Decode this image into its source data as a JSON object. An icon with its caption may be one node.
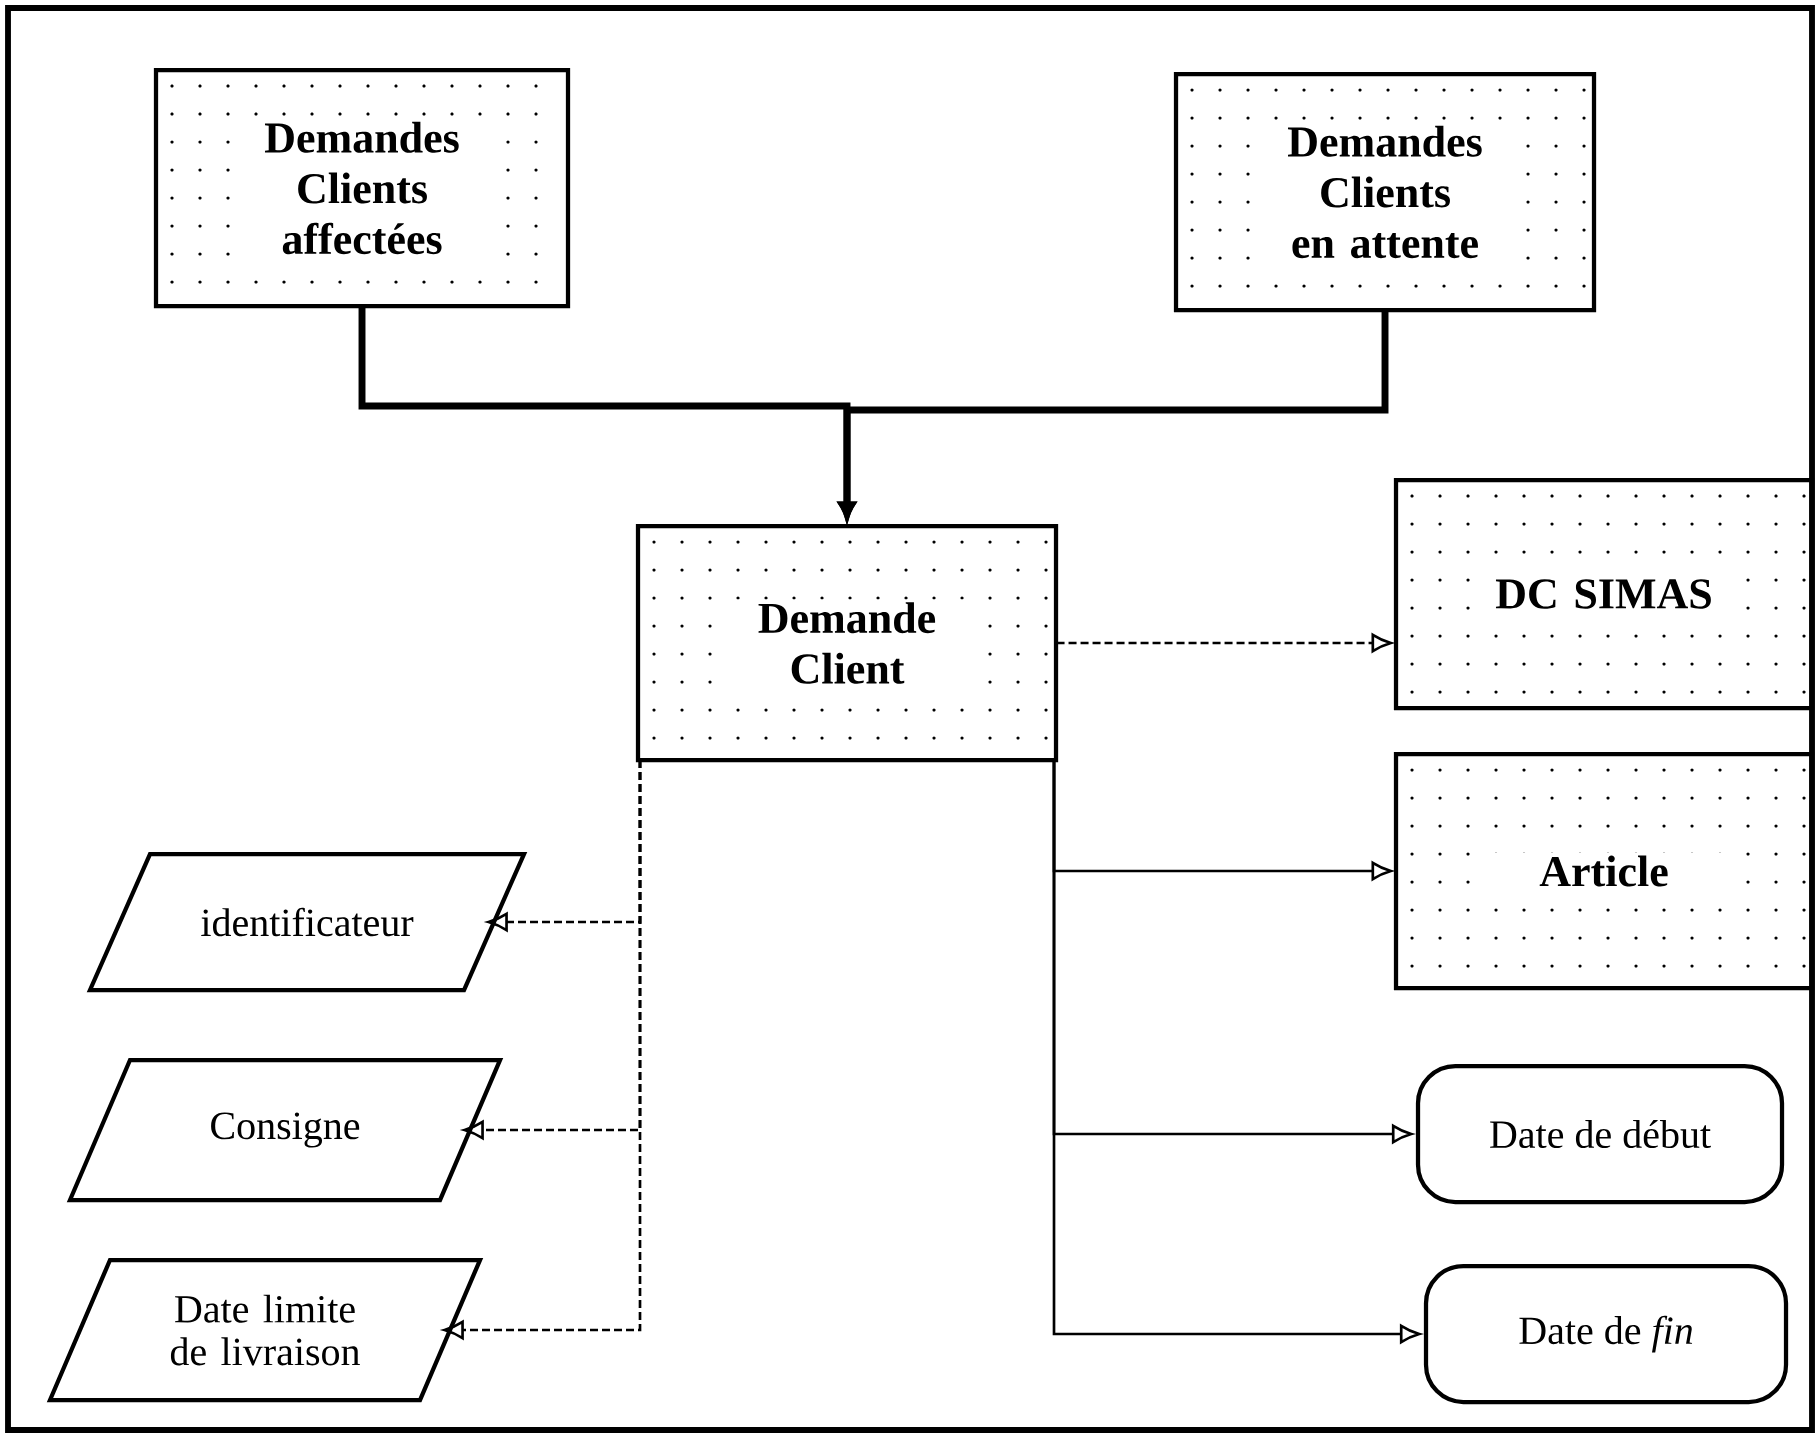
{
  "diagram": {
    "nodes": [
      {
        "text": [
          "Demandes Clients affectées"
        ]
      },
      {
        "text": [
          "Demandes Clients en attente"
        ]
      },
      {
        "text": [
          "Demande Client"
        ]
      },
      {
        "text": [
          "DC SIMAS"
        ]
      },
      {
        "text": [
          "Article"
        ]
      },
      {
        "text": [
          "identificateur"
        ]
      },
      {
        "text": [
          "Consigne"
        ]
      },
      {
        "text": [
          "Date limite de livraison"
        ]
      },
      {
        "text": [
          "Date de début"
        ]
      },
      {
        "text": [
          "Date de *fin*"
        ]
      }
    ],
    "edges": [
      {
        "from": 0,
        "to": 2,
        "arrow": "to",
        "style": "thick"
      },
      {
        "from": 1,
        "to": 2,
        "arrow": "to",
        "style": "thick"
      },
      {
        "from": 2,
        "to": 3,
        "arrow": "to",
        "style": "dashed"
      },
      {
        "from": 2,
        "to": 4,
        "arrow": "to"
      },
      {
        "from": 2,
        "to": 5,
        "arrow": "to",
        "style": "dashed"
      },
      {
        "from": 2,
        "to": 6,
        "arrow": "to",
        "style": "dashed"
      },
      {
        "from": 2,
        "to": 7,
        "arrow": "to",
        "style": "dashed"
      },
      {
        "from": 2,
        "to": 8,
        "arrow": "to"
      },
      {
        "from": 2,
        "to": 9,
        "arrow": "to"
      }
    ]
  }
}
